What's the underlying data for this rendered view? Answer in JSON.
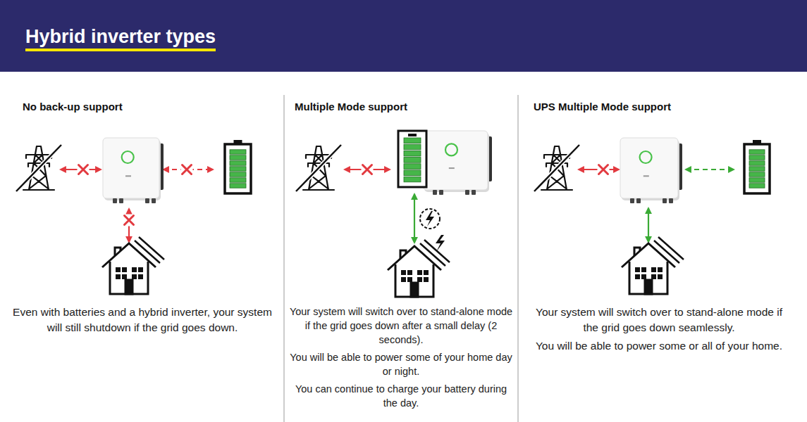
{
  "diagram": {
    "title": "Hybrid inverter types",
    "nodes": [
      {
        "text": [
          "No back-up support",
          "Even with batteries and a hybrid inverter, your system will still shutdown if the grid goes down."
        ]
      },
      {
        "text": [
          "Multiple Mode support",
          "Your system will switch over to stand-alone mode if the grid goes down after a small delay (2 seconds).",
          "You will be able to power some of your home day or night.",
          "You can continue to charge your battery during the day."
        ]
      },
      {
        "text": [
          "UPS Multiple Mode support",
          "Your system will switch over to stand-alone mode if the grid goes down seamlessly.",
          "You will be able to power some or all of your home."
        ]
      }
    ]
  }
}
